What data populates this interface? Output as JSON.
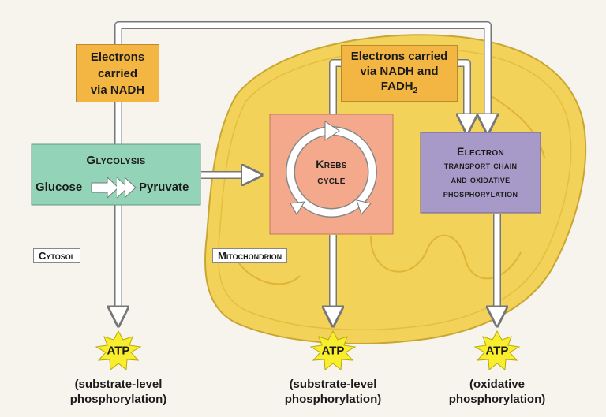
{
  "nadh_box": {
    "line1": "Electrons",
    "line2": "carried",
    "line3": "via NADH"
  },
  "nadh_fadh_box": {
    "line1": "Electrons carried",
    "line2": "via NADH and",
    "line3": "FADH",
    "sub": "2"
  },
  "glycolysis": {
    "title": "Glycolysis",
    "start": "Glucose",
    "end": "Pyruvate"
  },
  "krebs": {
    "line1": "Krebs",
    "line2": "cycle"
  },
  "etc": {
    "line1": "Electron",
    "line2": "transport chain",
    "line3": "and oxidative",
    "line4": "phosphorylation"
  },
  "cytosol_label": "Cytosol",
  "mitochondrion_label": "Mitochondrion",
  "atp": [
    {
      "label": "ATP",
      "caption1": "(substrate-level",
      "caption2": "phosphorylation)"
    },
    {
      "label": "ATP",
      "caption1": "(substrate-level",
      "caption2": "phosphorylation)"
    },
    {
      "label": "ATP",
      "caption1": "(oxidative",
      "caption2": "phosphorylation)"
    }
  ],
  "colors": {
    "mitochondrion_fill": "#f3d25a",
    "glycolysis_fill": "#93d3b8",
    "krebs_fill": "#f5a98c",
    "etc_fill": "#a79ac9",
    "electron_box_fill": "#f4b642",
    "atp_burst_fill": "#f8ee2e"
  }
}
